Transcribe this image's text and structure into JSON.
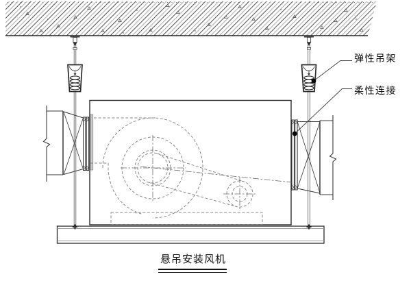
{
  "diagram": {
    "title": "悬吊安装风机",
    "callouts": [
      {
        "id": "spring-hanger",
        "text": "弹性吊架"
      },
      {
        "id": "flexible-connection",
        "text": "柔性连接"
      }
    ],
    "colors": {
      "solid_line": "#2a2a2a",
      "hidden_line": "#848484",
      "hatch_gray": "#a8a8a8",
      "hatch_dark": "#3a3a3a",
      "callout_dot": "#000000",
      "background": "#ffffff"
    }
  }
}
